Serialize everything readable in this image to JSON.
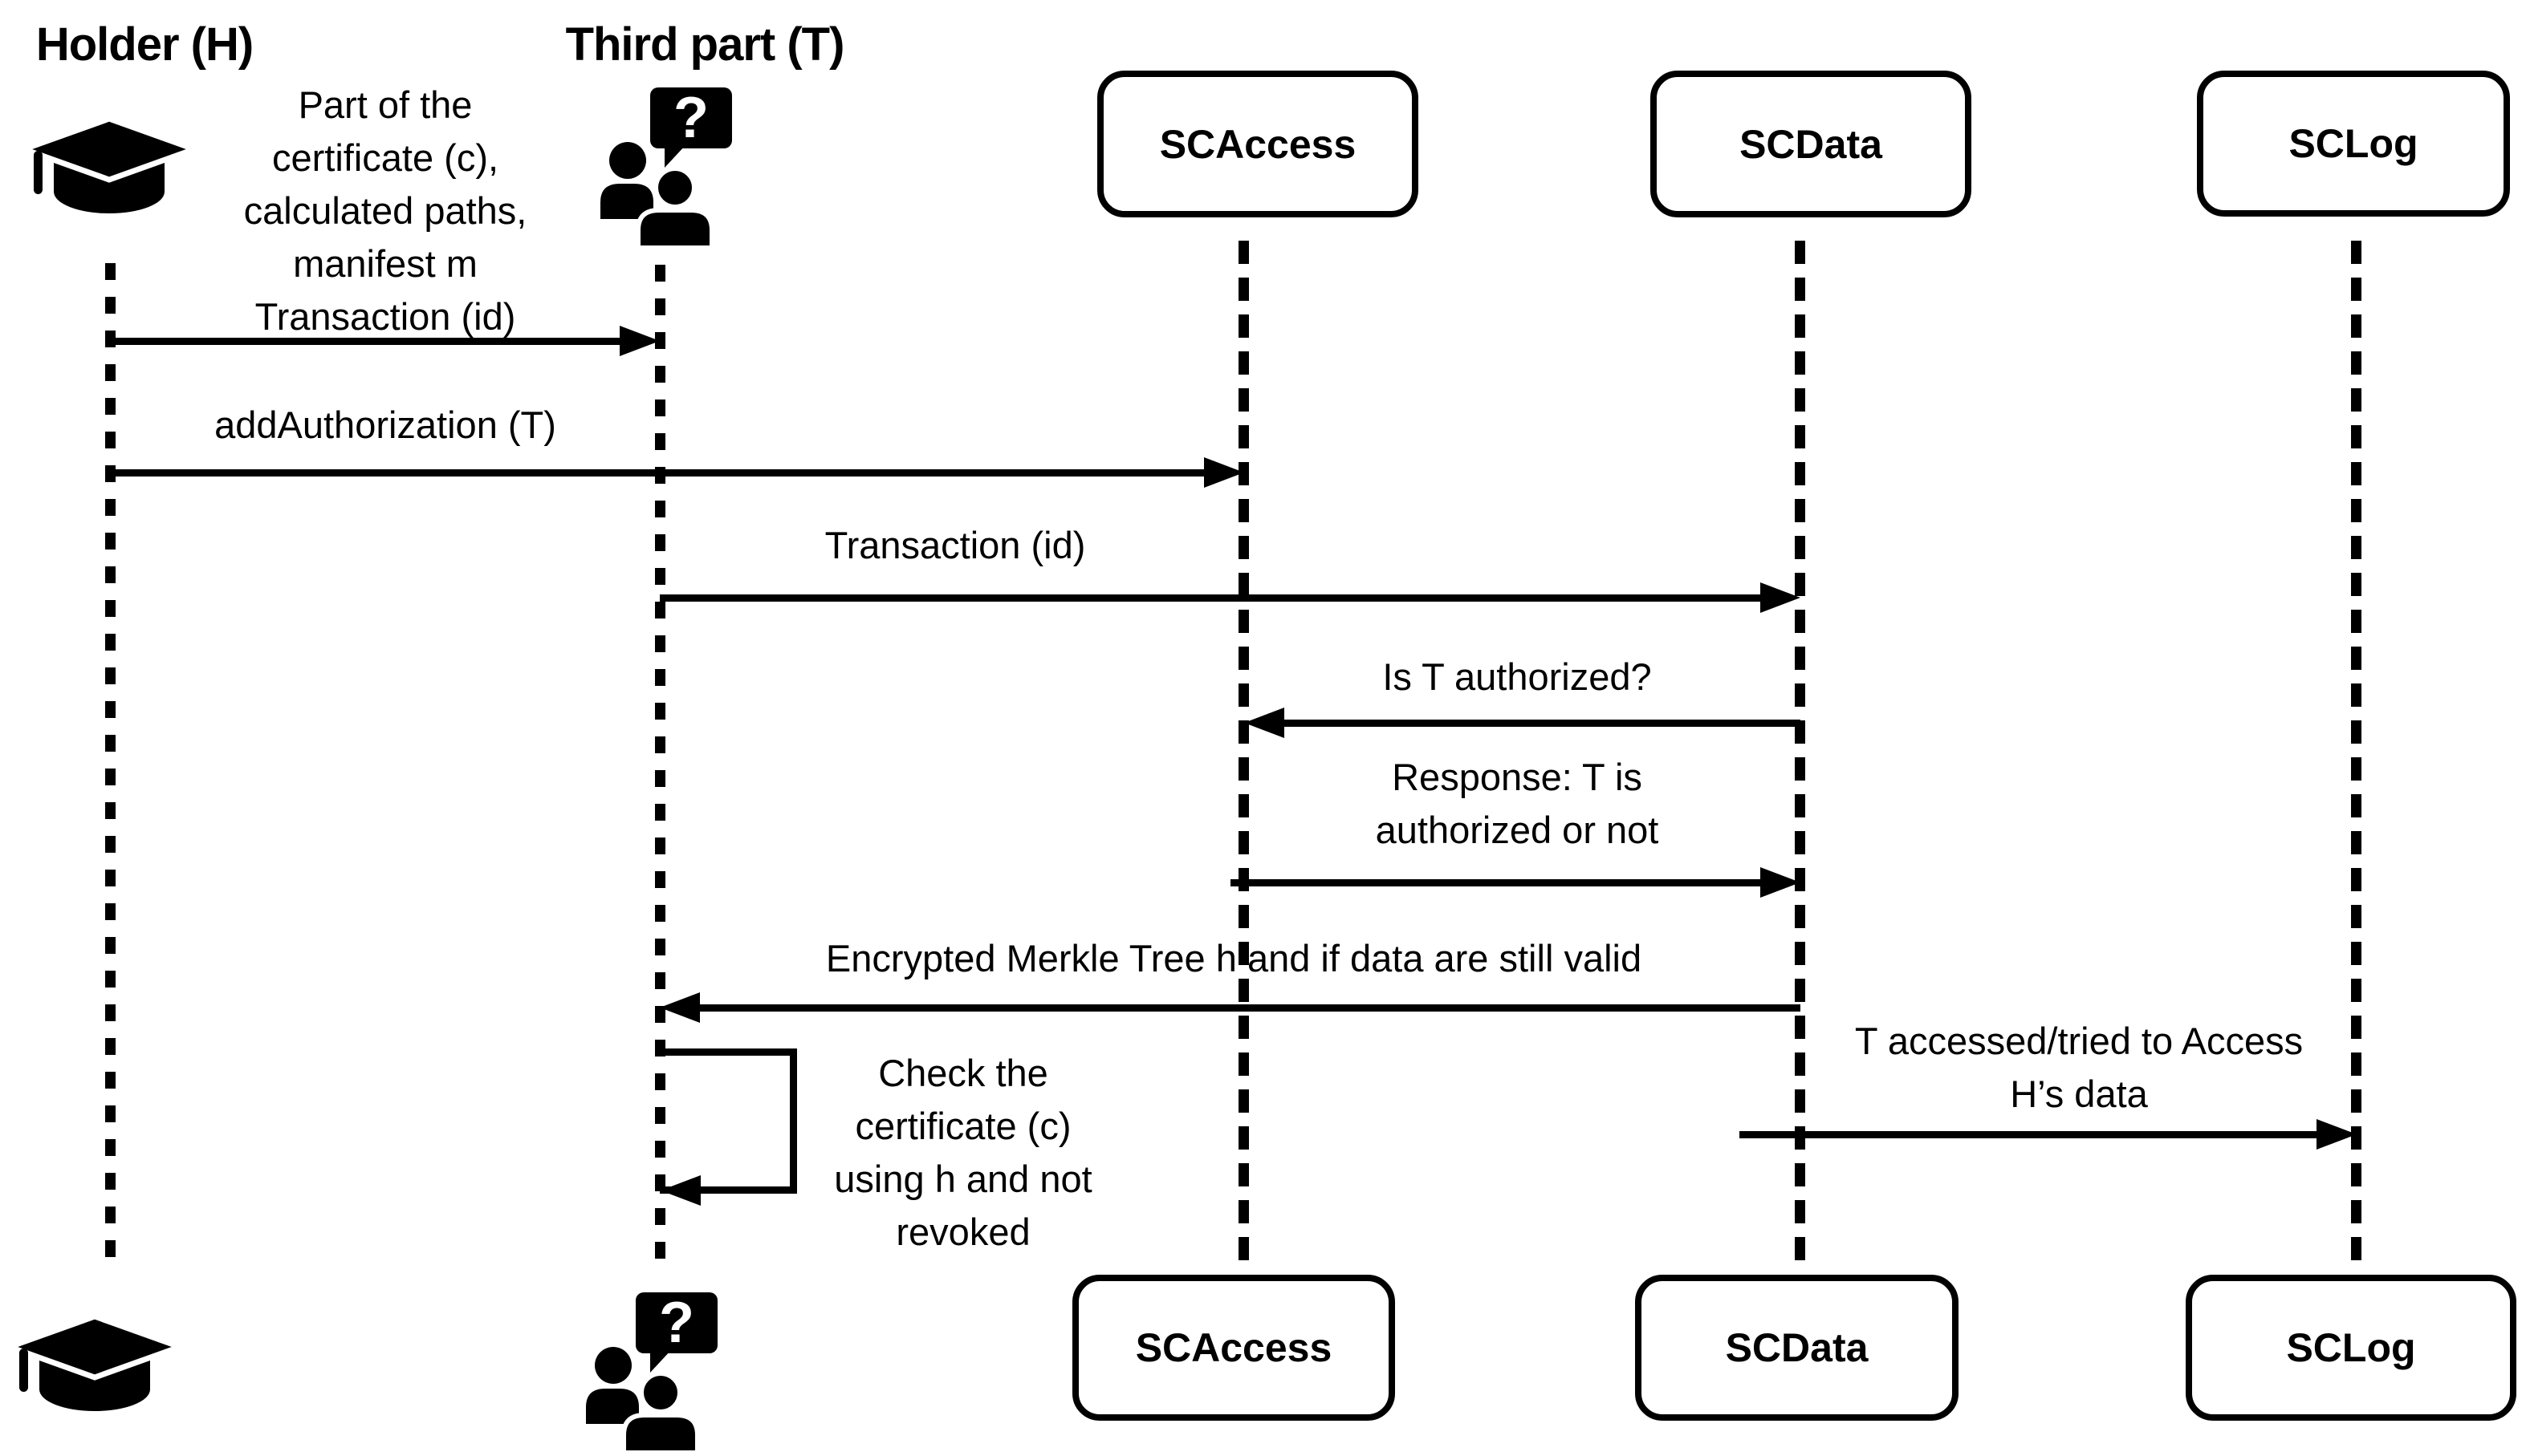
{
  "diagram": {
    "background_color": "#ffffff",
    "ink_color": "#000000",
    "participants": {
      "holder": {
        "label": "Holder (H)",
        "icon": "graduation-cap-icon"
      },
      "third_part": {
        "label": "Third part (T)",
        "icon": "people-question-icon"
      },
      "scaccess": {
        "label": "SCAccess"
      },
      "scdata": {
        "label": "SCData"
      },
      "sclog": {
        "label": "SCLog"
      }
    },
    "messages": {
      "m1": {
        "from": "holder",
        "to": "third_part",
        "lines": [
          "Part of the",
          "certificate (c),",
          "calculated paths,",
          "manifest m",
          "Transaction (id)"
        ]
      },
      "m2": {
        "from": "holder",
        "to": "scaccess",
        "text": "addAuthorization (T)"
      },
      "m3": {
        "from": "third_part",
        "to": "scdata",
        "text": "Transaction (id)"
      },
      "m4": {
        "from": "scdata",
        "to": "scaccess",
        "text": "Is T authorized?"
      },
      "m5": {
        "from": "scaccess",
        "to": "scdata",
        "lines": [
          "Response: T is",
          "authorized or not"
        ]
      },
      "m6": {
        "from": "scdata",
        "to": "third_part",
        "text": "Encrypted Merkle Tree h and if data are still valid"
      },
      "m7": {
        "from": "third_part",
        "to": "third_part",
        "lines": [
          "Check the",
          "certificate (c)",
          "using h and not",
          "revoked"
        ]
      },
      "m8": {
        "from": "scdata",
        "to": "sclog",
        "lines": [
          "T accessed/tried to Access",
          "H’s data"
        ]
      }
    }
  }
}
